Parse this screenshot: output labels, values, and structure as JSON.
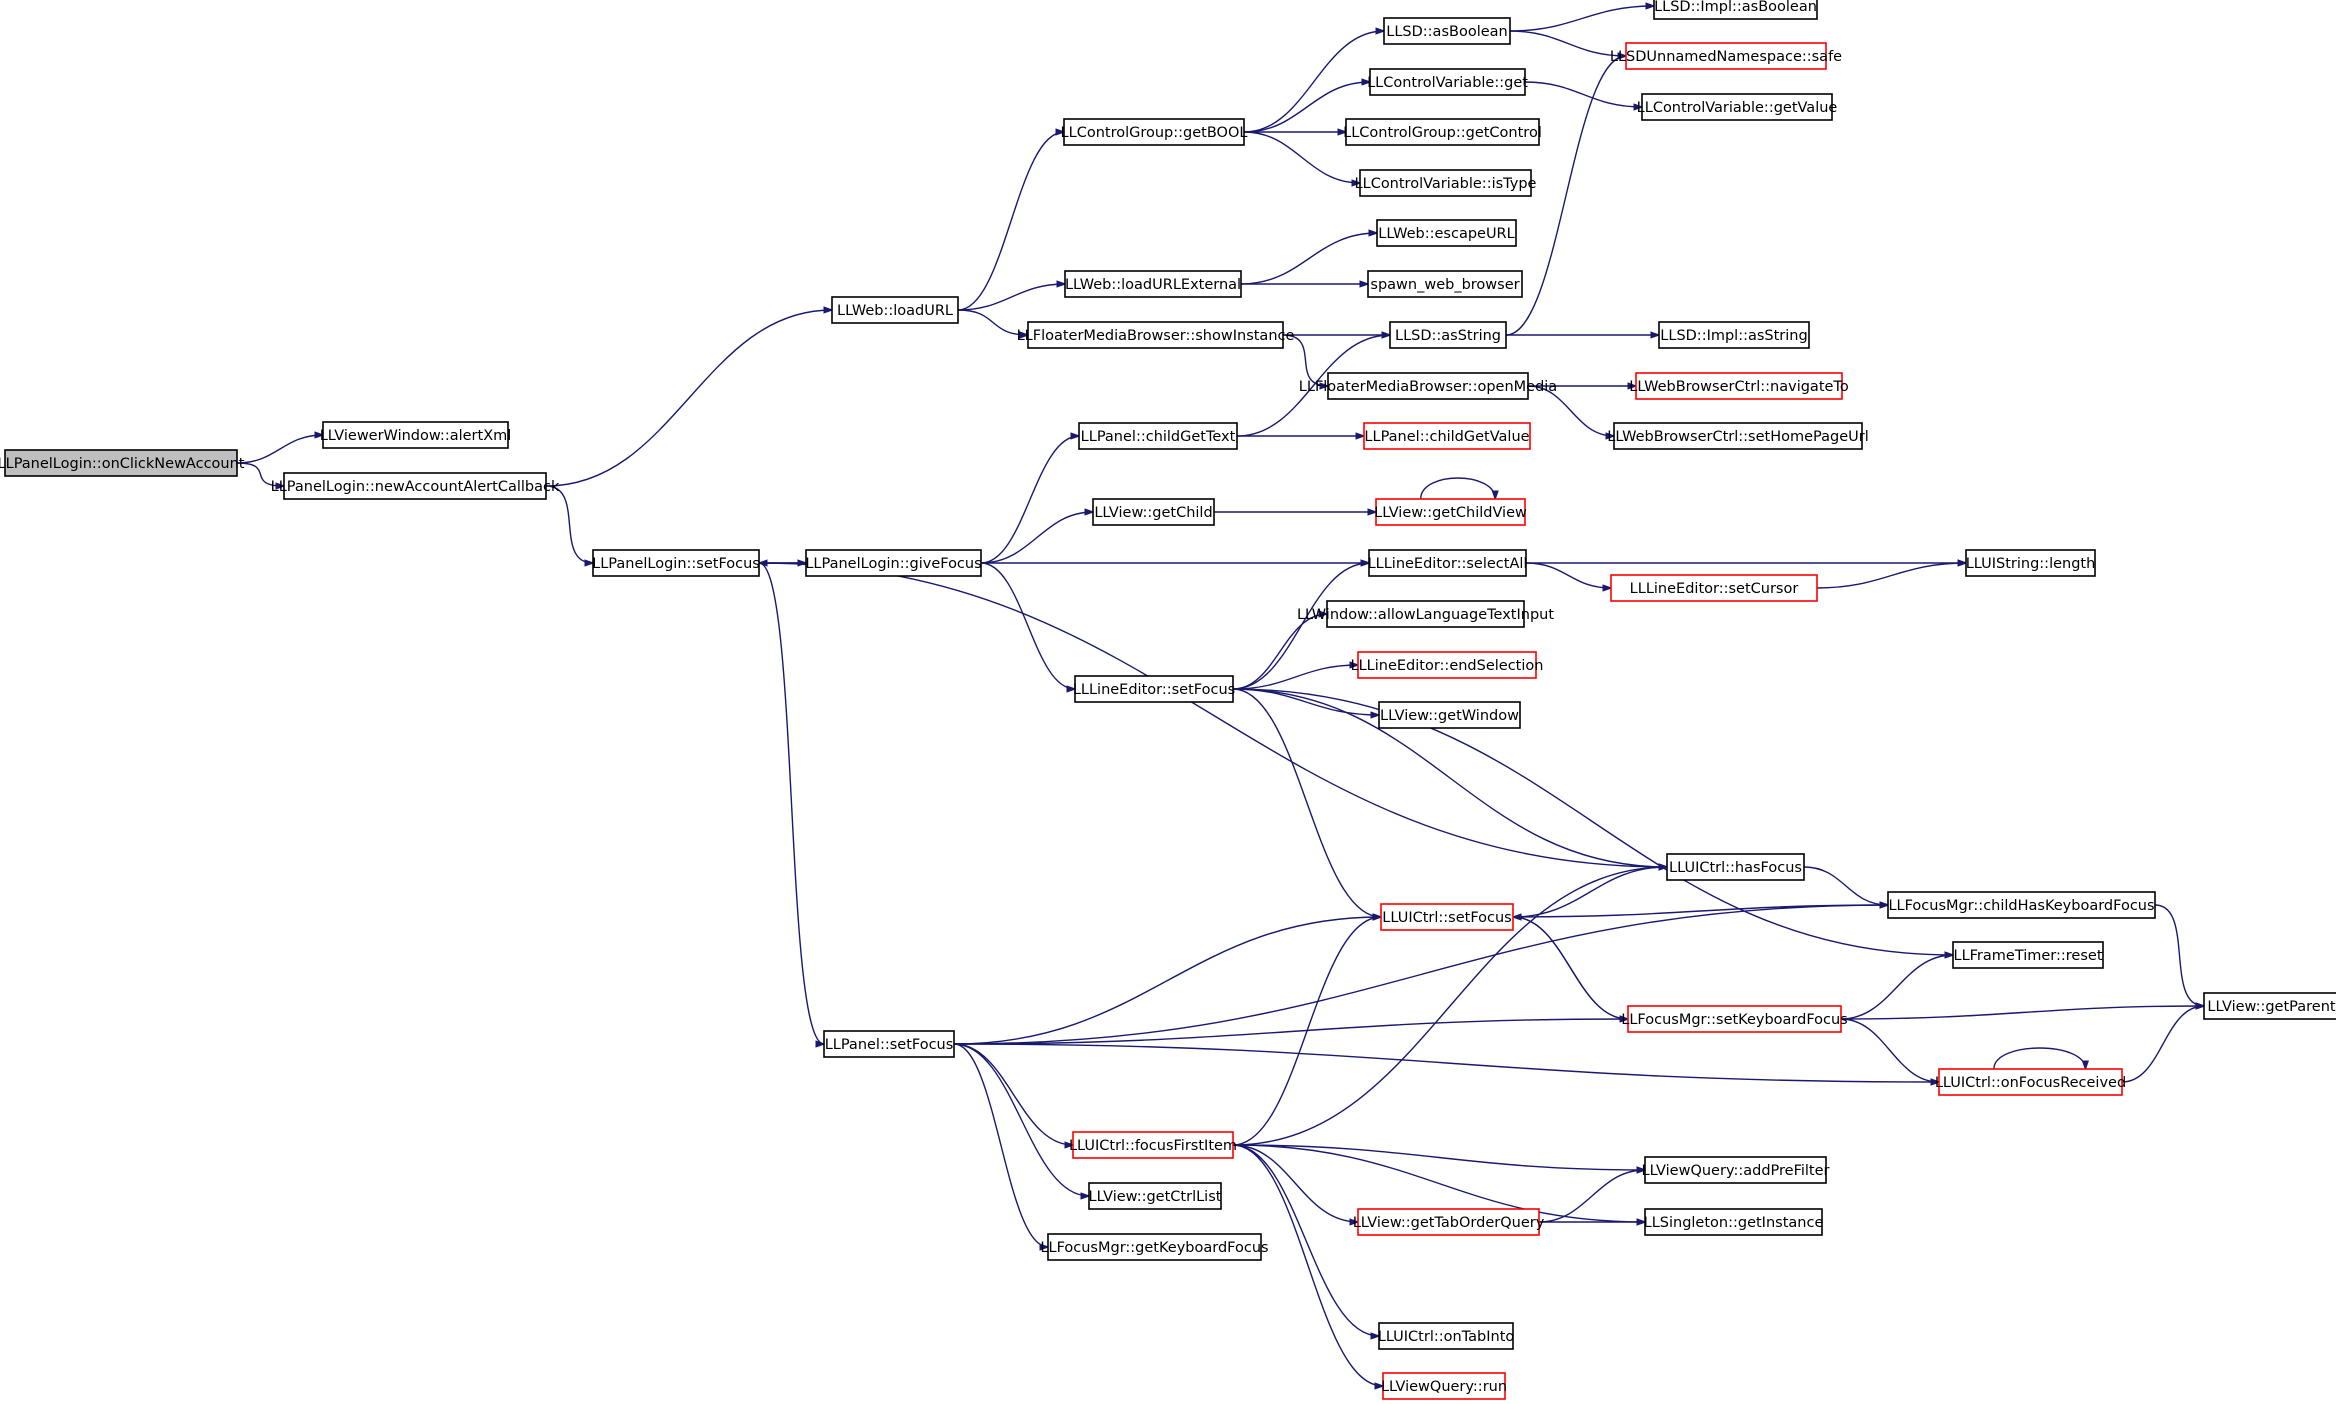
{
  "colors": {
    "edge": "#191970",
    "box_normal": "#000000",
    "box_red": "#ff0000",
    "root_fill": "#bfbfbf",
    "background": "#ffffff"
  },
  "nodes": [
    {
      "id": "n0",
      "label": "LLPanelLogin::onClickNewAccount",
      "style": "root"
    },
    {
      "id": "n1",
      "label": "LLViewerWindow::alertXml",
      "style": "normal"
    },
    {
      "id": "n2",
      "label": "LLPanelLogin::newAccountAlertCallback",
      "style": "normal"
    },
    {
      "id": "n3",
      "label": "LLWeb::loadURL",
      "style": "normal"
    },
    {
      "id": "n4",
      "label": "LLPanelLogin::setFocus",
      "style": "normal"
    },
    {
      "id": "n5",
      "label": "LLControlGroup::getBOOL",
      "style": "normal"
    },
    {
      "id": "n6",
      "label": "LLWeb::loadURLExternal",
      "style": "normal"
    },
    {
      "id": "n7",
      "label": "LLFloaterMediaBrowser::showInstance",
      "style": "normal"
    },
    {
      "id": "n8",
      "label": "LLSD::asBoolean",
      "style": "normal"
    },
    {
      "id": "n9",
      "label": "LLControlVariable::get",
      "style": "normal"
    },
    {
      "id": "n10",
      "label": "LLControlGroup::getControl",
      "style": "normal"
    },
    {
      "id": "n11",
      "label": "LLControlVariable::isType",
      "style": "normal"
    },
    {
      "id": "n12",
      "label": "LLSD::Impl::asBoolean",
      "style": "normal"
    },
    {
      "id": "n13",
      "label": "LLSDUnnamedNamespace::safe",
      "style": "red"
    },
    {
      "id": "n14",
      "label": "LLControlVariable::getValue",
      "style": "normal"
    },
    {
      "id": "n15",
      "label": "LLWeb::escapeURL",
      "style": "normal"
    },
    {
      "id": "n16",
      "label": "spawn_web_browser",
      "style": "normal"
    },
    {
      "id": "n17",
      "label": "LLSD::asString",
      "style": "normal"
    },
    {
      "id": "n18",
      "label": "LLSD::Impl::asString",
      "style": "normal"
    },
    {
      "id": "n19",
      "label": "LLFloaterMediaBrowser::openMedia",
      "style": "normal"
    },
    {
      "id": "n20",
      "label": "LLWebBrowserCtrl::navigateTo",
      "style": "red"
    },
    {
      "id": "n21",
      "label": "LLWebBrowserCtrl::setHomePageUrl",
      "style": "normal"
    },
    {
      "id": "n22",
      "label": "LLPanel::childGetText",
      "style": "normal"
    },
    {
      "id": "n23",
      "label": "LLPanel::childGetValue",
      "style": "red"
    },
    {
      "id": "n24",
      "label": "LLView::getChild",
      "style": "normal"
    },
    {
      "id": "n25",
      "label": "LLView::getChildView",
      "style": "red"
    },
    {
      "id": "n26",
      "label": "LLPanelLogin::giveFocus",
      "style": "normal"
    },
    {
      "id": "n27",
      "label": "LLLineEditor::selectAll",
      "style": "normal"
    },
    {
      "id": "n28",
      "label": "LLUIString::length",
      "style": "normal"
    },
    {
      "id": "n29",
      "label": "LLLineEditor::setCursor",
      "style": "red"
    },
    {
      "id": "n30",
      "label": "LLWindow::allowLanguageTextInput",
      "style": "normal"
    },
    {
      "id": "n31",
      "label": "LLLineEditor::setFocus",
      "style": "normal"
    },
    {
      "id": "n32",
      "label": "LLLineEditor::endSelection",
      "style": "red"
    },
    {
      "id": "n33",
      "label": "LLView::getWindow",
      "style": "normal"
    },
    {
      "id": "n34",
      "label": "LLUICtrl::hasFocus",
      "style": "normal"
    },
    {
      "id": "n35",
      "label": "LLUICtrl::setFocus",
      "style": "red"
    },
    {
      "id": "n36",
      "label": "LLFocusMgr::childHasKeyboardFocus",
      "style": "normal"
    },
    {
      "id": "n37",
      "label": "LLFrameTimer::reset",
      "style": "normal"
    },
    {
      "id": "n38",
      "label": "LLFocusMgr::setKeyboardFocus",
      "style": "red"
    },
    {
      "id": "n39",
      "label": "LLView::getParent",
      "style": "normal"
    },
    {
      "id": "n40",
      "label": "LLPanel::setFocus",
      "style": "normal"
    },
    {
      "id": "n41",
      "label": "LLUICtrl::onFocusReceived",
      "style": "red"
    },
    {
      "id": "n42",
      "label": "LLUICtrl::focusFirstItem",
      "style": "red"
    },
    {
      "id": "n43",
      "label": "LLViewQuery::addPreFilter",
      "style": "normal"
    },
    {
      "id": "n44",
      "label": "LLView::getCtrlList",
      "style": "normal"
    },
    {
      "id": "n45",
      "label": "LLView::getTabOrderQuery",
      "style": "red"
    },
    {
      "id": "n46",
      "label": "LLSingleton::getInstance",
      "style": "normal"
    },
    {
      "id": "n47",
      "label": "LLFocusMgr::getKeyboardFocus",
      "style": "normal"
    },
    {
      "id": "n48",
      "label": "LLUICtrl::onTabInto",
      "style": "normal"
    },
    {
      "id": "n49",
      "label": "LLViewQuery::run",
      "style": "red"
    }
  ],
  "edges": [
    [
      "n0",
      "n1"
    ],
    [
      "n0",
      "n2"
    ],
    [
      "n2",
      "n3"
    ],
    [
      "n2",
      "n4"
    ],
    [
      "n3",
      "n5"
    ],
    [
      "n3",
      "n6"
    ],
    [
      "n3",
      "n7"
    ],
    [
      "n5",
      "n8"
    ],
    [
      "n5",
      "n9"
    ],
    [
      "n5",
      "n10"
    ],
    [
      "n5",
      "n11"
    ],
    [
      "n8",
      "n12"
    ],
    [
      "n8",
      "n13"
    ],
    [
      "n9",
      "n14"
    ],
    [
      "n6",
      "n15"
    ],
    [
      "n6",
      "n16"
    ],
    [
      "n7",
      "n17"
    ],
    [
      "n7",
      "n19"
    ],
    [
      "n17",
      "n18"
    ],
    [
      "n17",
      "n13"
    ],
    [
      "n19",
      "n20"
    ],
    [
      "n19",
      "n21"
    ],
    [
      "n4",
      "n26"
    ],
    [
      "n4",
      "n34"
    ],
    [
      "n4",
      "n40"
    ],
    [
      "n26",
      "n4"
    ],
    [
      "n26",
      "n22"
    ],
    [
      "n26",
      "n24"
    ],
    [
      "n26",
      "n27"
    ],
    [
      "n26",
      "n31"
    ],
    [
      "n22",
      "n17"
    ],
    [
      "n22",
      "n23"
    ],
    [
      "n24",
      "n25"
    ],
    [
      "n25",
      "n25"
    ],
    [
      "n27",
      "n28"
    ],
    [
      "n27",
      "n29"
    ],
    [
      "n29",
      "n28"
    ],
    [
      "n31",
      "n27"
    ],
    [
      "n31",
      "n30"
    ],
    [
      "n31",
      "n32"
    ],
    [
      "n31",
      "n33"
    ],
    [
      "n31",
      "n34"
    ],
    [
      "n31",
      "n35"
    ],
    [
      "n31",
      "n37"
    ],
    [
      "n34",
      "n36"
    ],
    [
      "n35",
      "n34"
    ],
    [
      "n35",
      "n36"
    ],
    [
      "n35",
      "n38"
    ],
    [
      "n36",
      "n39"
    ],
    [
      "n38",
      "n35"
    ],
    [
      "n38",
      "n37"
    ],
    [
      "n38",
      "n39"
    ],
    [
      "n38",
      "n41"
    ],
    [
      "n41",
      "n39"
    ],
    [
      "n41",
      "n41"
    ],
    [
      "n40",
      "n35"
    ],
    [
      "n40",
      "n36"
    ],
    [
      "n40",
      "n38"
    ],
    [
      "n40",
      "n41"
    ],
    [
      "n40",
      "n42"
    ],
    [
      "n40",
      "n44"
    ],
    [
      "n40",
      "n47"
    ],
    [
      "n42",
      "n35"
    ],
    [
      "n42",
      "n34"
    ],
    [
      "n42",
      "n43"
    ],
    [
      "n42",
      "n45"
    ],
    [
      "n42",
      "n46"
    ],
    [
      "n42",
      "n48"
    ],
    [
      "n42",
      "n49"
    ],
    [
      "n45",
      "n43"
    ],
    [
      "n45",
      "n46"
    ]
  ]
}
